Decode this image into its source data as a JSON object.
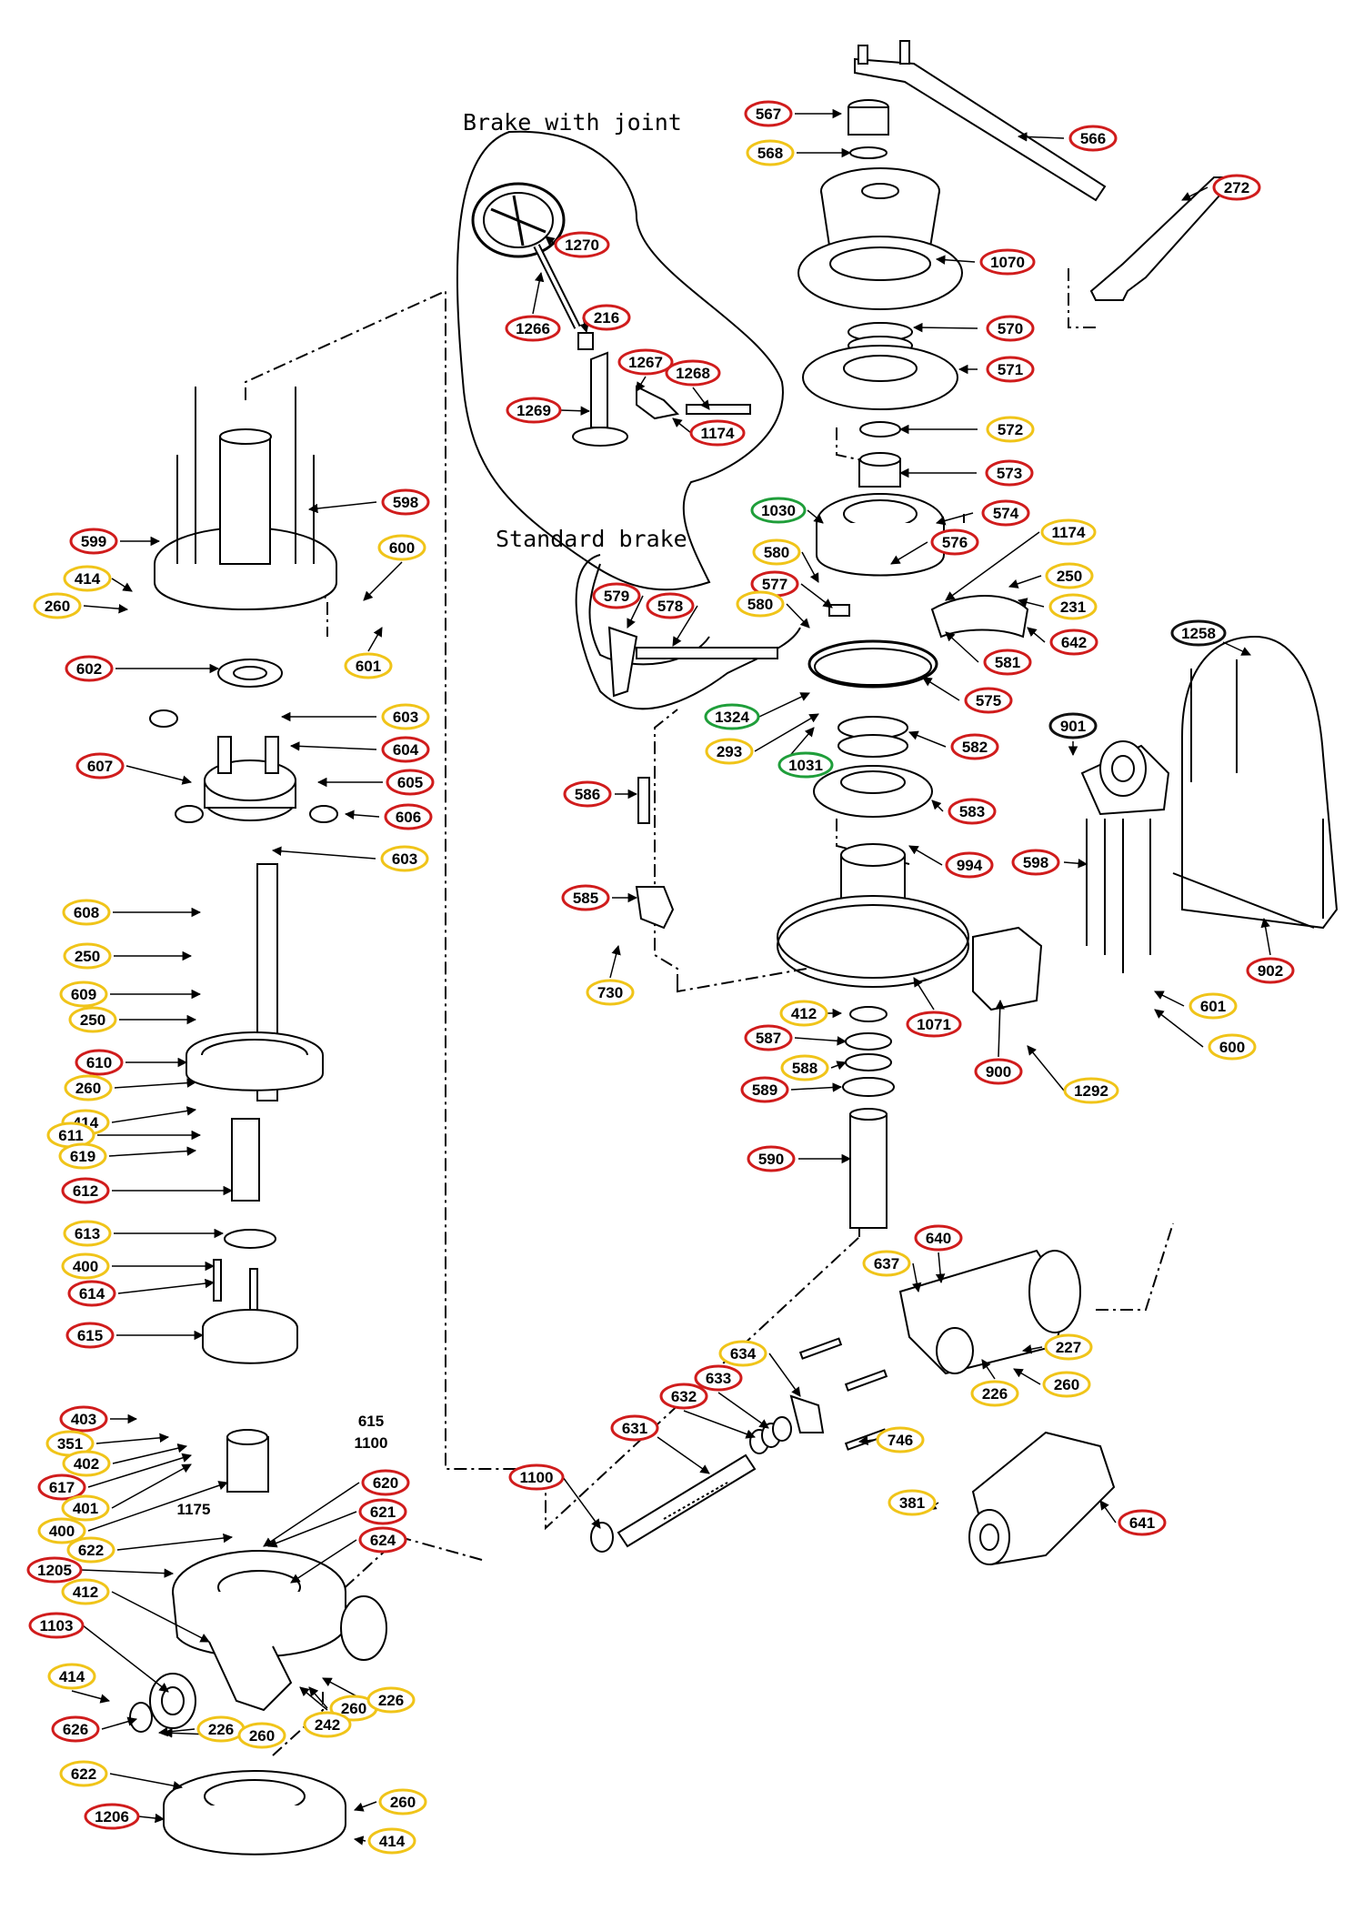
{
  "headings": {
    "brake_with_joint": "Brake with joint",
    "standard_brake": "Standard brake"
  },
  "colors": {
    "red": "#d01c1c",
    "yellow": "#f0c419",
    "green": "#1f9e3a",
    "black": "#111111"
  },
  "callouts": [
    {
      "label": "567",
      "color": "red"
    },
    {
      "label": "568",
      "color": "yellow"
    },
    {
      "label": "566",
      "color": "red"
    },
    {
      "label": "272",
      "color": "red"
    },
    {
      "label": "1070",
      "color": "red"
    },
    {
      "label": "570",
      "color": "red"
    },
    {
      "label": "571",
      "color": "red"
    },
    {
      "label": "572",
      "color": "yellow"
    },
    {
      "label": "573",
      "color": "red"
    },
    {
      "label": "574",
      "color": "red"
    },
    {
      "label": "1030",
      "color": "green"
    },
    {
      "label": "580",
      "color": "yellow"
    },
    {
      "label": "576",
      "color": "red"
    },
    {
      "label": "1174",
      "color": "yellow"
    },
    {
      "label": "577",
      "color": "red"
    },
    {
      "label": "250",
      "color": "yellow"
    },
    {
      "label": "231",
      "color": "yellow"
    },
    {
      "label": "580",
      "color": "yellow"
    },
    {
      "label": "579",
      "color": "red"
    },
    {
      "label": "578",
      "color": "red"
    },
    {
      "label": "642",
      "color": "red"
    },
    {
      "label": "1258",
      "color": "black"
    },
    {
      "label": "581",
      "color": "red"
    },
    {
      "label": "575",
      "color": "red"
    },
    {
      "label": "1324",
      "color": "green"
    },
    {
      "label": "293",
      "color": "yellow"
    },
    {
      "label": "582",
      "color": "red"
    },
    {
      "label": "1031",
      "color": "green"
    },
    {
      "label": "901",
      "color": "black"
    },
    {
      "label": "586",
      "color": "red"
    },
    {
      "label": "583",
      "color": "red"
    },
    {
      "label": "994",
      "color": "red"
    },
    {
      "label": "598",
      "color": "red"
    },
    {
      "label": "585",
      "color": "red"
    },
    {
      "label": "730",
      "color": "yellow"
    },
    {
      "label": "902",
      "color": "red"
    },
    {
      "label": "601",
      "color": "yellow"
    },
    {
      "label": "412",
      "color": "yellow"
    },
    {
      "label": "1071",
      "color": "red"
    },
    {
      "label": "587",
      "color": "red"
    },
    {
      "label": "600",
      "color": "yellow"
    },
    {
      "label": "588",
      "color": "yellow"
    },
    {
      "label": "900",
      "color": "red"
    },
    {
      "label": "1292",
      "color": "yellow"
    },
    {
      "label": "589",
      "color": "red"
    },
    {
      "label": "590",
      "color": "red"
    },
    {
      "label": "1270",
      "color": "red"
    },
    {
      "label": "1266",
      "color": "red"
    },
    {
      "label": "216",
      "color": "red"
    },
    {
      "label": "1267",
      "color": "red"
    },
    {
      "label": "1268",
      "color": "red"
    },
    {
      "label": "1269",
      "color": "red"
    },
    {
      "label": "1174",
      "color": "red"
    },
    {
      "label": "598",
      "color": "red"
    },
    {
      "label": "599",
      "color": "red"
    },
    {
      "label": "600",
      "color": "yellow"
    },
    {
      "label": "414",
      "color": "yellow"
    },
    {
      "label": "260",
      "color": "yellow"
    },
    {
      "label": "602",
      "color": "red"
    },
    {
      "label": "601",
      "color": "yellow"
    },
    {
      "label": "603",
      "color": "yellow"
    },
    {
      "label": "604",
      "color": "red"
    },
    {
      "label": "607",
      "color": "red"
    },
    {
      "label": "605",
      "color": "red"
    },
    {
      "label": "606",
      "color": "red"
    },
    {
      "label": "603",
      "color": "yellow"
    },
    {
      "label": "608",
      "color": "yellow"
    },
    {
      "label": "250",
      "color": "yellow"
    },
    {
      "label": "609",
      "color": "yellow"
    },
    {
      "label": "250",
      "color": "yellow"
    },
    {
      "label": "610",
      "color": "red"
    },
    {
      "label": "260",
      "color": "yellow"
    },
    {
      "label": "414",
      "color": "yellow"
    },
    {
      "label": "611",
      "color": "yellow"
    },
    {
      "label": "619",
      "color": "yellow"
    },
    {
      "label": "612",
      "color": "red"
    },
    {
      "label": "613",
      "color": "yellow"
    },
    {
      "label": "400",
      "color": "yellow"
    },
    {
      "label": "614",
      "color": "red"
    },
    {
      "label": "615",
      "color": "red"
    },
    {
      "label": "403",
      "color": "red"
    },
    {
      "label": "351",
      "color": "yellow"
    },
    {
      "label": "402",
      "color": "yellow"
    },
    {
      "label": "617",
      "color": "red"
    },
    {
      "label": "401",
      "color": "yellow"
    },
    {
      "label": "400",
      "color": "yellow"
    },
    {
      "label": "622",
      "color": "yellow"
    },
    {
      "label": "1205",
      "color": "red"
    },
    {
      "label": "412",
      "color": "yellow"
    },
    {
      "label": "1103",
      "color": "red"
    },
    {
      "label": "414",
      "color": "yellow"
    },
    {
      "label": "626",
      "color": "red"
    },
    {
      "label": "226",
      "color": "yellow"
    },
    {
      "label": "260",
      "color": "yellow"
    },
    {
      "label": "622",
      "color": "yellow"
    },
    {
      "label": "1206",
      "color": "red"
    },
    {
      "label": "260",
      "color": "yellow"
    },
    {
      "label": "414",
      "color": "yellow"
    },
    {
      "label": "620",
      "color": "red"
    },
    {
      "label": "621",
      "color": "red"
    },
    {
      "label": "624",
      "color": "red"
    },
    {
      "label": "260",
      "color": "yellow"
    },
    {
      "label": "226",
      "color": "yellow"
    },
    {
      "label": "242",
      "color": "yellow"
    },
    {
      "label": "1100",
      "color": "red"
    },
    {
      "label": "631",
      "color": "red"
    },
    {
      "label": "632",
      "color": "red"
    },
    {
      "label": "633",
      "color": "red"
    },
    {
      "label": "634",
      "color": "yellow"
    },
    {
      "label": "637",
      "color": "yellow"
    },
    {
      "label": "640",
      "color": "red"
    },
    {
      "label": "227",
      "color": "yellow"
    },
    {
      "label": "226",
      "color": "yellow"
    },
    {
      "label": "260",
      "color": "yellow"
    },
    {
      "label": "746",
      "color": "yellow"
    },
    {
      "label": "381",
      "color": "yellow"
    },
    {
      "label": "641",
      "color": "red"
    }
  ],
  "plain_labels": {
    "label_615": "615",
    "label_1100": "1100",
    "label_1175": "1175"
  }
}
